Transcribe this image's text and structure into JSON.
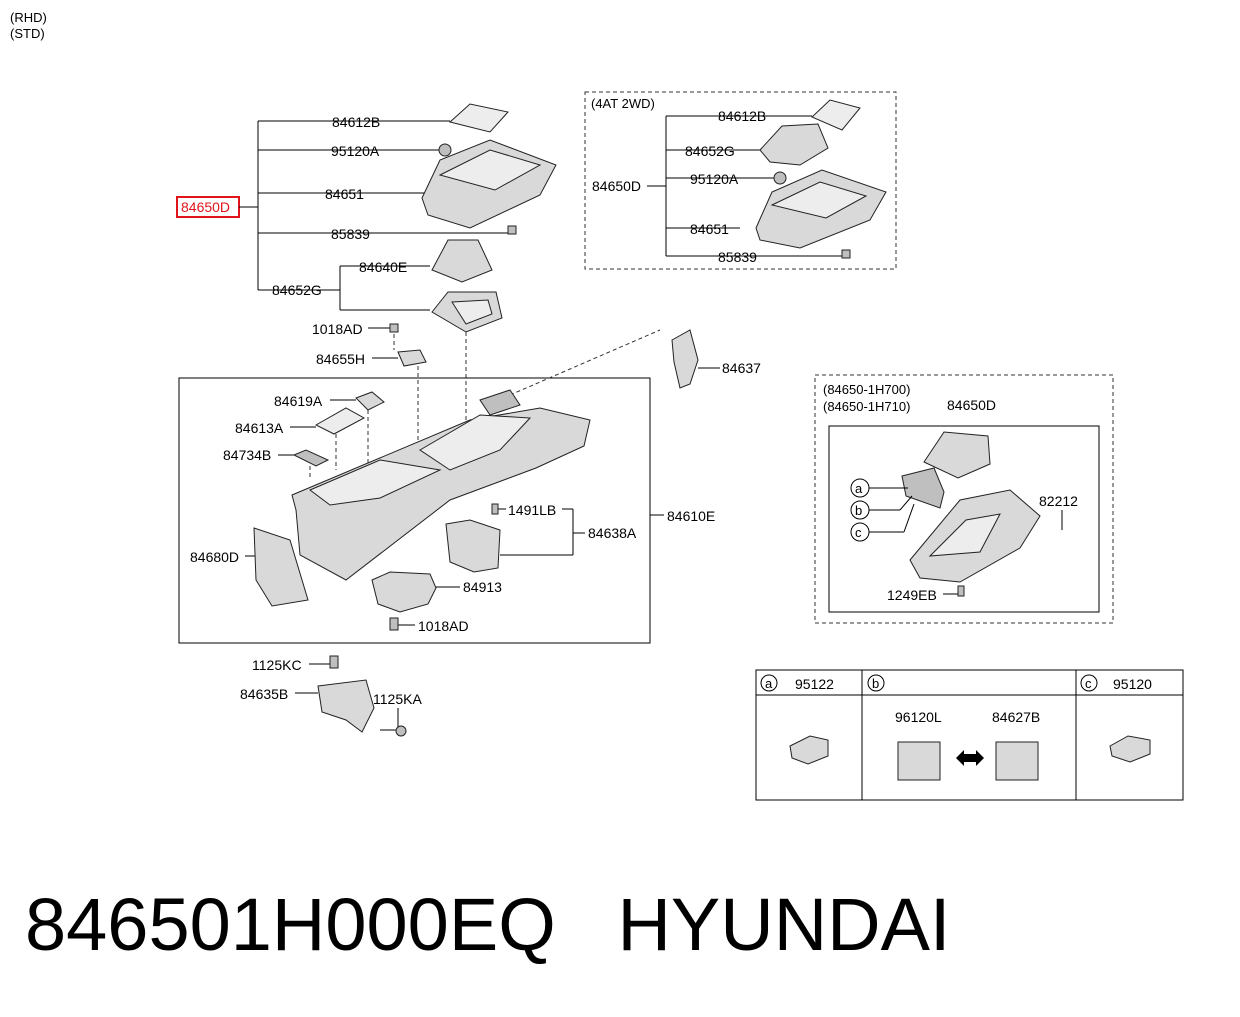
{
  "header": {
    "line1": "(RHD)",
    "line2": "(STD)"
  },
  "main_tree": {
    "parent": "84650D",
    "children": [
      "84612B",
      "95120A",
      "84651",
      "85839",
      "84652G",
      "84640E"
    ]
  },
  "variant_4at": {
    "title": "(4AT 2WD)",
    "parent": "84650D",
    "children": [
      "84612B",
      "84652G",
      "95120A",
      "84651",
      "85839"
    ]
  },
  "console_labels": {
    "l1018AD_top": "1018AD",
    "l84655H": "84655H",
    "l84637": "84637",
    "l84619A": "84619A",
    "l84613A": "84613A",
    "l84734B": "84734B",
    "l84680D": "84680D",
    "l1491LB": "1491LB",
    "l84638A": "84638A",
    "l84610E": "84610E",
    "l84913": "84913",
    "l1018AD_bottom": "1018AD"
  },
  "bracket_labels": {
    "l1125KC": "1125KC",
    "l84635B": "84635B",
    "l1125KA": "1125KA"
  },
  "variant_h700": {
    "line1": "(84650-1H700)",
    "line2": "(84650-1H710)",
    "parent": "84650D",
    "l82212": "82212",
    "l1249EB": "1249EB",
    "callouts": [
      "a",
      "b",
      "c"
    ]
  },
  "legend_table": {
    "a": {
      "letter": "a",
      "part": "95122"
    },
    "b": {
      "letter": "b",
      "part_left": "96120L",
      "part_right": "84627B"
    },
    "c": {
      "letter": "c",
      "part": "95120"
    }
  },
  "caption": {
    "part_number": "846501H000EQ",
    "brand": "HYUNDAI"
  },
  "colors": {
    "highlight": "#e0141b",
    "line": "#000000",
    "part_fill": "#d9d9d9"
  }
}
